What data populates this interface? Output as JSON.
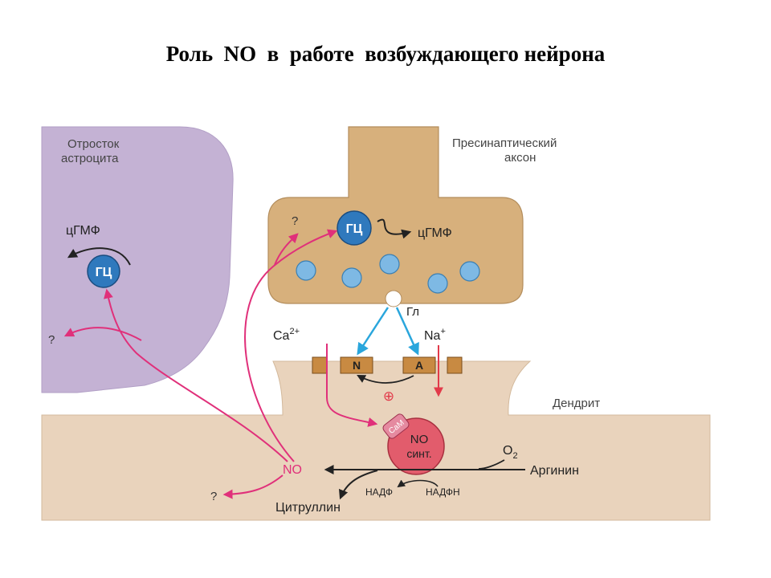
{
  "slide": {
    "title": "Роль  NO  в  работе  возбуждающего нейрона"
  },
  "diagram": {
    "astrocyte_label_line1": "Отросток",
    "astrocyte_label_line2": "астроцита",
    "axon_label_line1": "Пресинаптический",
    "axon_label_line2": "аксон",
    "dendrite_label": "Дендрит",
    "gc_label": "ГЦ",
    "cgmp_label": "цГМФ",
    "question_mark": "?",
    "glutamate_label": "Гл",
    "calcium_label": "Ca",
    "calcium_charge": "2+",
    "sodium_label": "Na",
    "sodium_charge": "+",
    "receptor_n_label": "N",
    "receptor_a_label": "A",
    "plus_symbol": "⊕",
    "cam_label": "CaM",
    "synthase_line1": "NO",
    "synthase_line2": "синт.",
    "oxygen_label": "O",
    "oxygen_subscript": "2",
    "arginine_label": "Аргинин",
    "nadp_label": "НАДФ",
    "nadph_label": "НАДФН",
    "no_label": "NO",
    "citrulline_label": "Цитруллин"
  },
  "colors": {
    "astrocyte": "#c4b2d4",
    "axon": "#d7b07c",
    "dendrite": "#e9d3bc",
    "gc_circle": "#2f79bd",
    "vesicle": "#7eb9e4",
    "magenta_arrow": "#e0307a",
    "blue_arrow": "#2aa6dc",
    "synthase": "#e25c6c",
    "receptor": "#c88a42"
  }
}
